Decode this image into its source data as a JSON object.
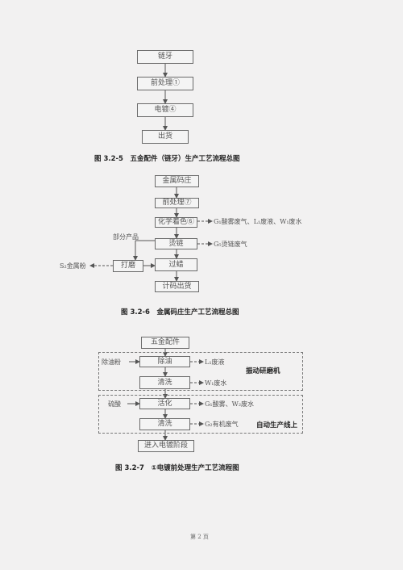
{
  "fig5": {
    "steps": [
      "链牙",
      "前处理①",
      "电镀④",
      "出货"
    ],
    "caption": "图 3.2-5　五金配件（链牙）生产工艺流程总图"
  },
  "fig6": {
    "steps": [
      "金属码庄",
      "前处理⑦",
      "化学着色⑥",
      "烫链",
      "过蜡",
      "计码出货"
    ],
    "side_grind": "打磨",
    "side_parts": "部分产品",
    "out_color": "G₁酸雾废气、L₁废液、W₁废水",
    "out_iron": "G₅烫链废气",
    "out_s2": "S₂金属粉",
    "caption": "图 3.2-6　金属码庄生产工艺流程总图"
  },
  "fig7": {
    "steps": [
      "五金配件",
      "除油",
      "清洗",
      "活化",
      "清洗",
      "进入电镀阶段"
    ],
    "in_degrease": "除油粉",
    "in_acid": "硫酸",
    "out_degrease": "L₁废液",
    "out_wash1": "W₁废水",
    "out_activate": "G₁酸雾、W₂废水",
    "out_wash2": "G₂有机废气",
    "group1": "振动研磨机",
    "group2": "自动生产线上",
    "caption": "图 3.2-7　①电镀前处理生产工艺流程图"
  },
  "footer": "第 2 页"
}
